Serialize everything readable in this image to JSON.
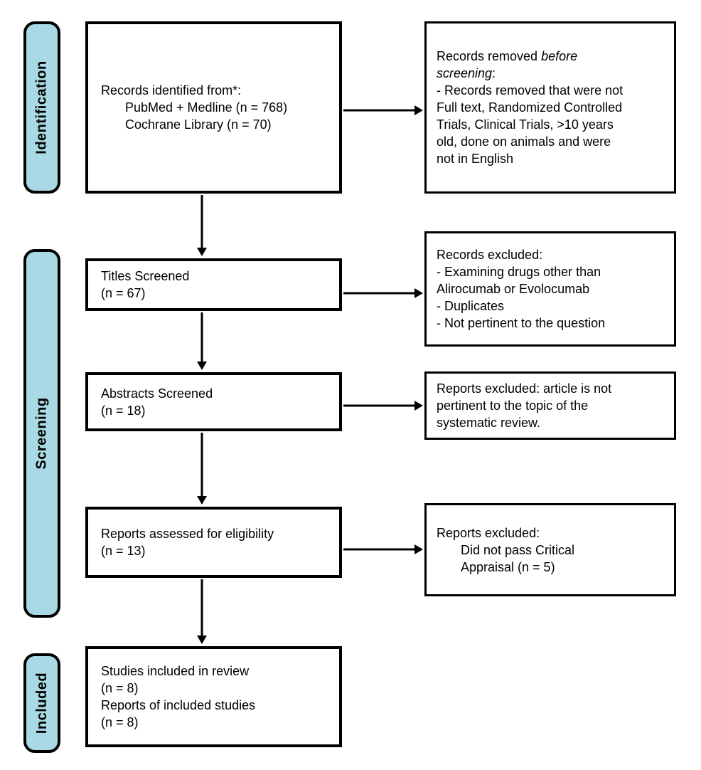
{
  "diagram_type": "PRISMA flow diagram",
  "palette": {
    "stage_fill": "#a9d9e5",
    "border": "#000000",
    "box_fill": "#ffffff",
    "text": "#000000"
  },
  "stages": [
    {
      "label": "Identification"
    },
    {
      "label": "Screening"
    },
    {
      "label": "Included"
    }
  ],
  "boxes": {
    "records_identified": {
      "title": "Records identified from*:",
      "items": [
        "PubMed + Medline (n = 768)",
        "Cochrane Library (n = 70)"
      ]
    },
    "records_removed": {
      "lead_normal": "Records removed ",
      "lead_italic": "before",
      "lead_italic2": "screening",
      "lead_colon": ":",
      "lines": [
        "- Records removed that were not",
        "Full text, Randomized Controlled",
        "Trials, Clinical Trials, >10 years",
        "old, done on animals and were",
        "not in English"
      ]
    },
    "titles_screened": {
      "lines": [
        "Titles Screened",
        "(n = 67)"
      ]
    },
    "records_excluded": {
      "lines": [
        "Records excluded:",
        "- Examining drugs other than",
        "Alirocumab or Evolocumab",
        "- Duplicates",
        "- Not pertinent to the question"
      ]
    },
    "abstracts_screened": {
      "lines": [
        "Abstracts Screened",
        "(n = 18)"
      ]
    },
    "reports_excluded_pertinence": {
      "lines": [
        "Reports excluded: article is not",
        "pertinent to the topic of the",
        "systematic review."
      ]
    },
    "reports_assessed": {
      "lines": [
        "Reports assessed for eligibility",
        "(n = 13)"
      ]
    },
    "reports_excluded_appraisal": {
      "title": "Reports excluded:",
      "items": [
        "Did not pass Critical",
        "Appraisal (n = 5)"
      ]
    },
    "studies_included": {
      "lines": [
        "Studies included in review",
        "(n = 8)",
        "Reports of included studies",
        "(n = 8)"
      ]
    }
  }
}
